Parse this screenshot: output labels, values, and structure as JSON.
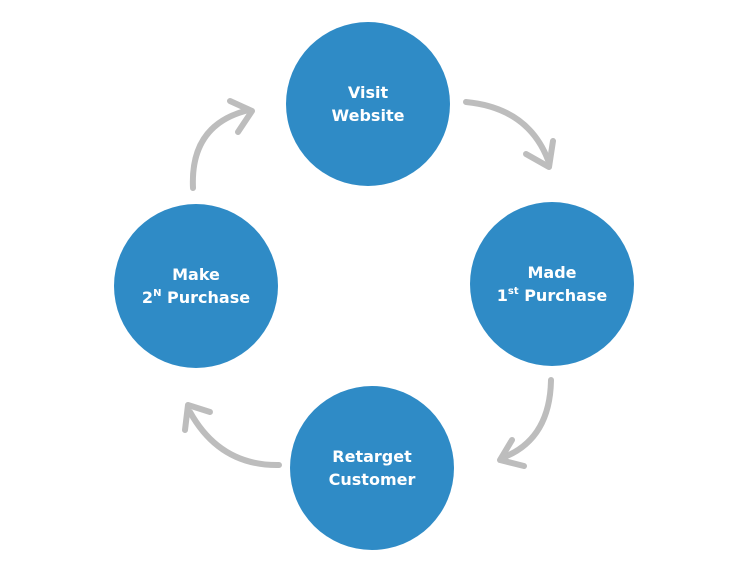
{
  "colors": {
    "node_fill": "#2f8bc6",
    "node_text": "#ffffff",
    "arrow": "#bdbdbd",
    "background": "#ffffff"
  },
  "nodes": {
    "visit_website": {
      "line1": "Visit",
      "line2": "Website"
    },
    "made_first_purchase": {
      "line1": "Made",
      "line2_num": "1",
      "line2_sup": "st",
      "line2_text": " Purchase"
    },
    "retarget_customer": {
      "line1": "Retarget",
      "line2": "Customer"
    },
    "make_second_purchase": {
      "line1": "Make",
      "line2_num": "2",
      "line2_sup": "N",
      "line2_text": " Purchase"
    }
  }
}
